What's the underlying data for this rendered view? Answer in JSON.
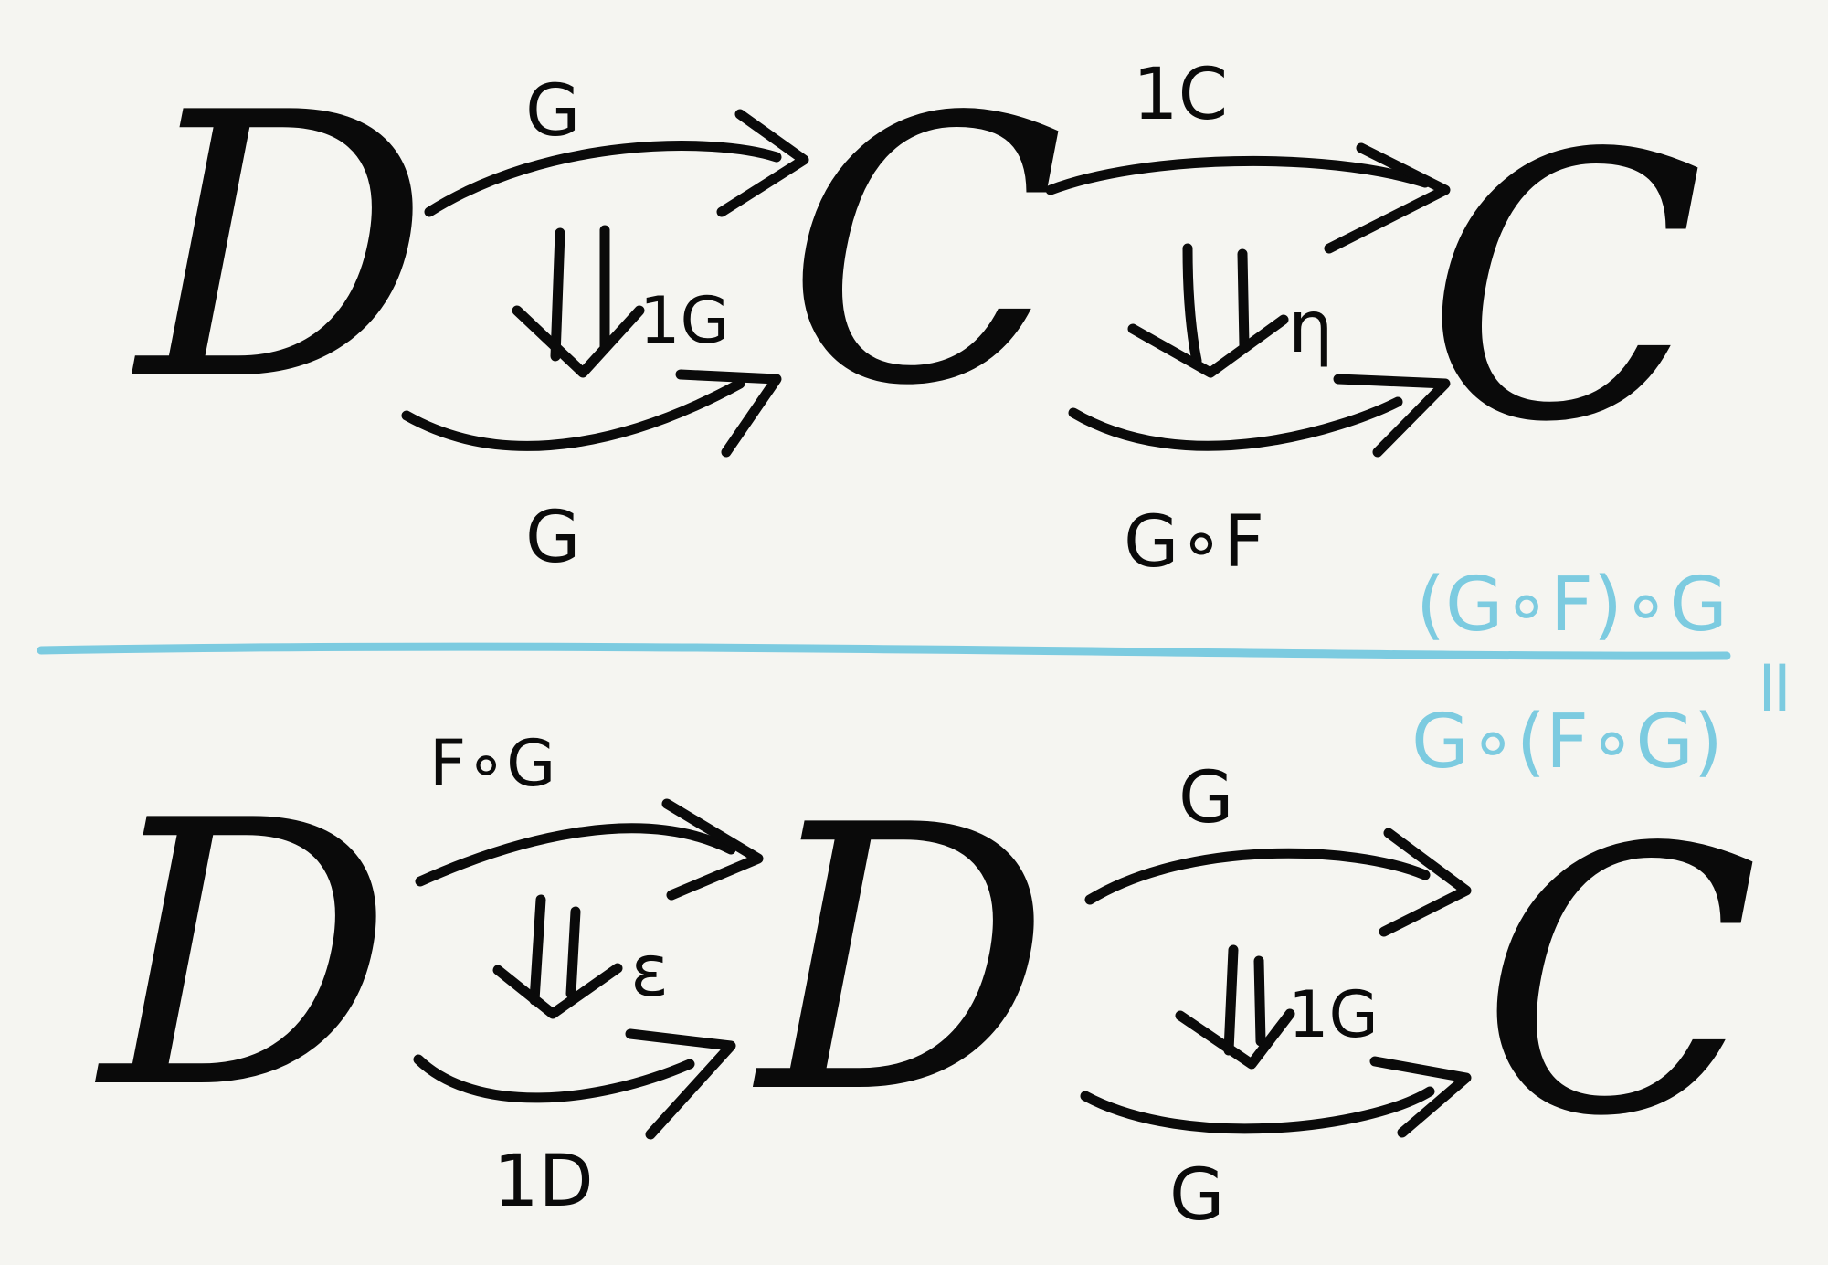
{
  "diagram": {
    "top": {
      "left_object": "D",
      "mid_object": "C",
      "right_object": "C",
      "first": {
        "upper_arrow": "G",
        "lower_arrow": "G",
        "cell": "1G"
      },
      "second": {
        "upper_arrow": "1C",
        "lower_arrow": "G∘F",
        "cell": "η"
      }
    },
    "bottom": {
      "left_object": "D",
      "mid_object": "D",
      "right_object": "C",
      "first": {
        "upper_arrow": "F∘G",
        "lower_arrow": "1D",
        "cell": "ε"
      },
      "second": {
        "upper_arrow": "G",
        "lower_arrow": "G",
        "cell": "1G"
      }
    },
    "annotations": {
      "line1": "(G∘F)∘G",
      "line2": "G∘(F∘G)",
      "equals": "="
    },
    "colors": {
      "ink": "#0a0a0a",
      "accent": "#7ccbe0",
      "paper": "#f5f5f1"
    }
  }
}
